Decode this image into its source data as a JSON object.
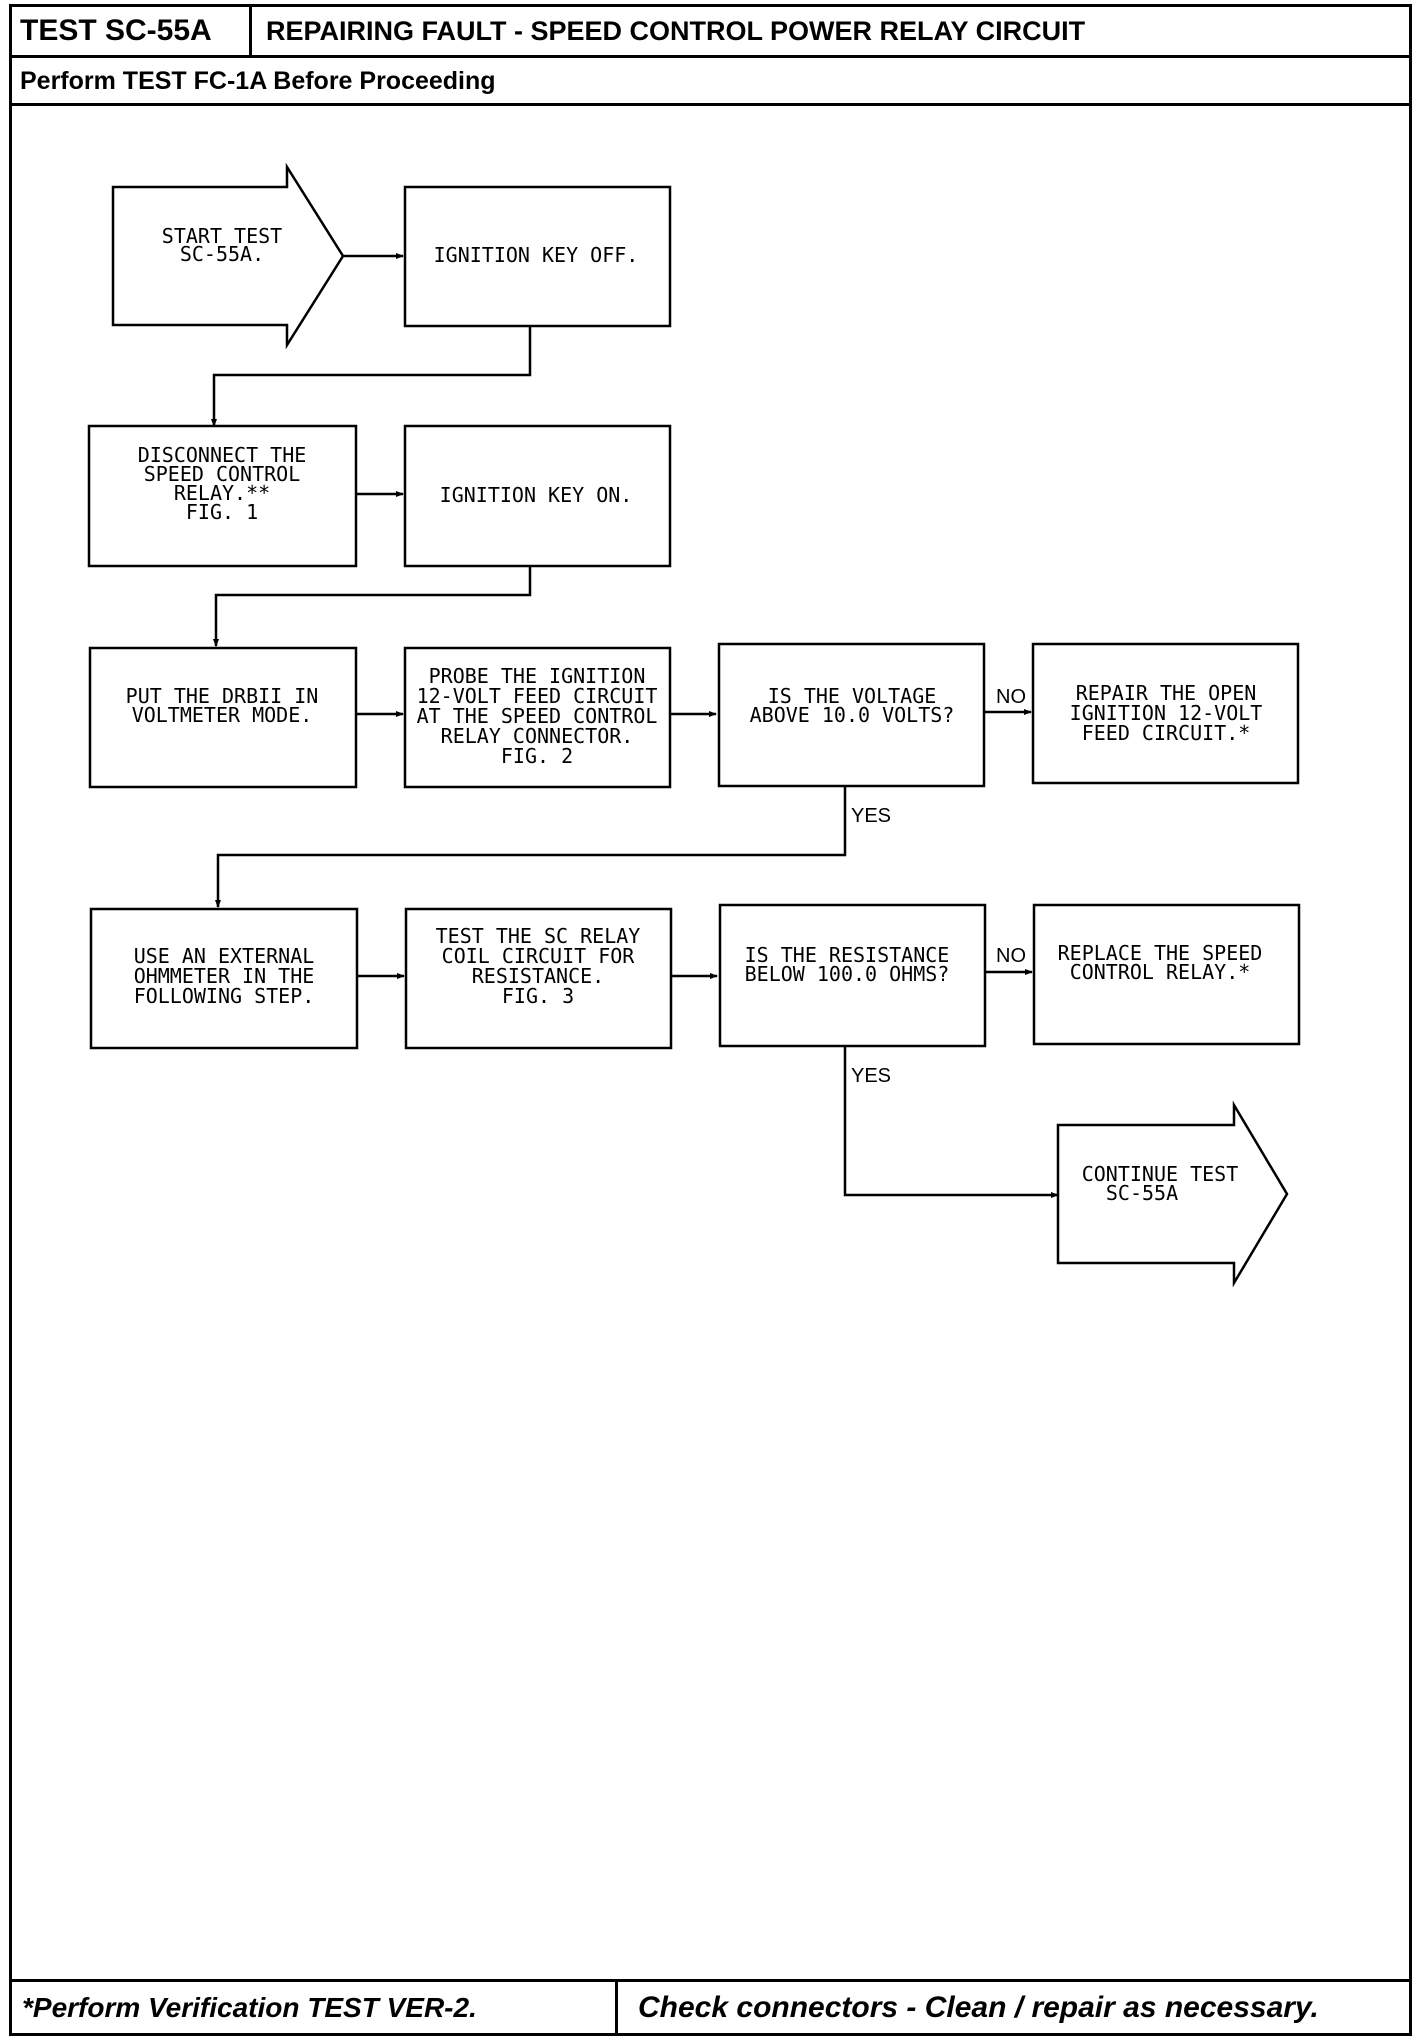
{
  "header": {
    "test_id": "TEST SC-55A",
    "title": "REPAIRING FAULT - SPEED CONTROL POWER RELAY CIRCUIT",
    "subtitle": "Perform TEST FC-1A Before Proceeding"
  },
  "flowchart": {
    "start": [
      "START TEST",
      "SC-55A."
    ],
    "ign_off": [
      "IGNITION KEY OFF."
    ],
    "disconnect": [
      "DISCONNECT THE",
      "SPEED CONTROL",
      "RELAY.**",
      "",
      "FIG. 1"
    ],
    "ign_on": [
      "IGNITION KEY ON."
    ],
    "drbii": [
      "PUT THE DRBII IN",
      "VOLTMETER MODE."
    ],
    "probe": [
      "PROBE THE IGNITION",
      "12-VOLT FEED CIRCUIT",
      "AT THE SPEED CONTROL",
      "RELAY CONNECTOR.",
      "FIG. 2"
    ],
    "q_voltage": [
      "IS THE VOLTAGE",
      "ABOVE 10.0 VOLTS?"
    ],
    "repair": [
      "REPAIR THE OPEN",
      "IGNITION 12-VOLT",
      "FEED CIRCUIT.*"
    ],
    "ohmmeter": [
      "USE AN EXTERNAL",
      "OHMMETER IN THE",
      "FOLLOWING STEP."
    ],
    "test_coil": [
      "TEST THE SC RELAY",
      "COIL CIRCUIT FOR",
      "RESISTANCE.",
      "",
      "FIG. 3"
    ],
    "q_resistance": [
      "IS THE RESISTANCE",
      "BELOW 100.0 OHMS?"
    ],
    "replace": [
      "REPLACE THE SPEED",
      "CONTROL RELAY.*"
    ],
    "continue": [
      "CONTINUE TEST",
      "SC-55A"
    ],
    "no_label": "NO",
    "yes_label": "YES"
  },
  "footer": {
    "left": "*Perform Verification TEST VER-2.",
    "right": "Check connectors - Clean / repair as necessary."
  }
}
